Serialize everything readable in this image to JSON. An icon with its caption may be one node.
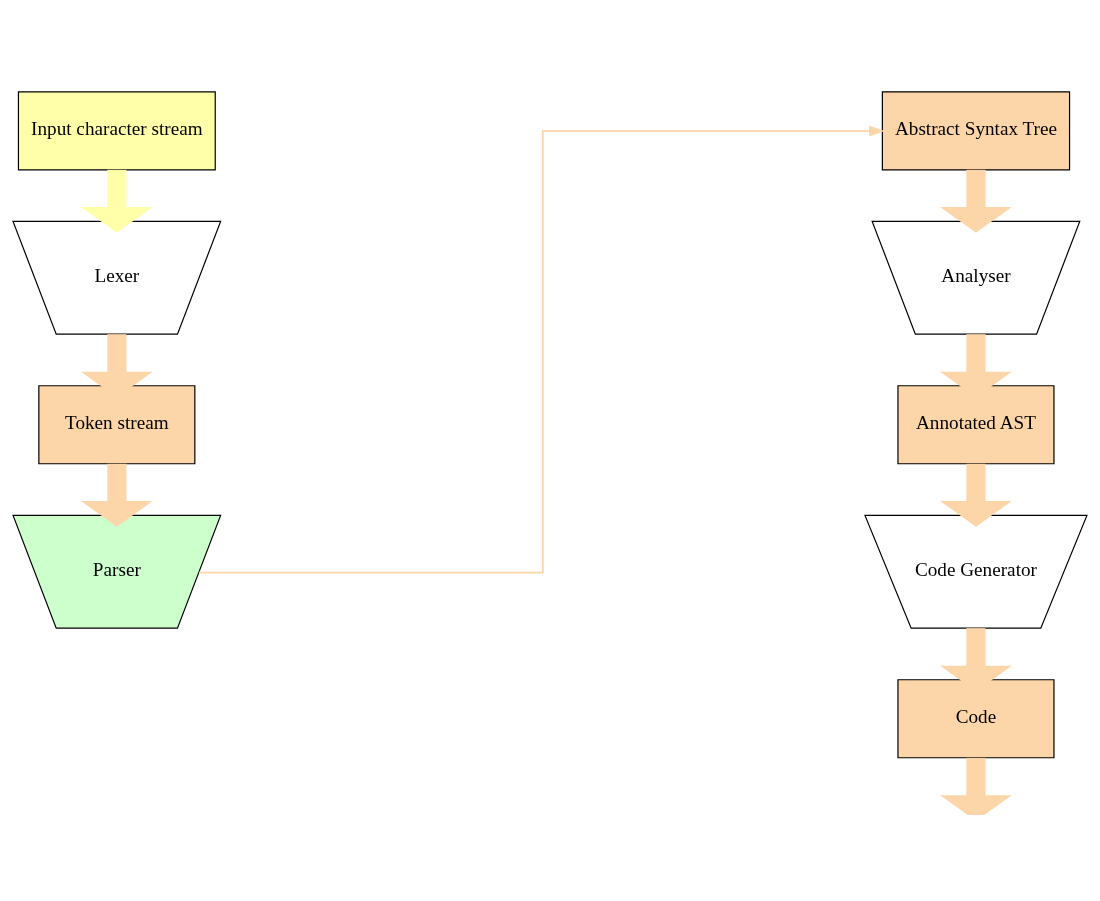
{
  "diagram": {
    "nodes": [
      {
        "text": [
          "Input character stream"
        ]
      },
      {
        "text": [
          "Lexer"
        ]
      },
      {
        "text": [
          "Token stream"
        ]
      },
      {
        "text": [
          "Parser"
        ]
      },
      {
        "text": [
          "Abstract Syntax Tree"
        ]
      },
      {
        "text": [
          "Analyser"
        ]
      },
      {
        "text": [
          "Annotated AST"
        ]
      },
      {
        "text": [
          "Code Generator"
        ]
      },
      {
        "text": [
          "Code"
        ]
      }
    ],
    "edges": [
      {
        "from": 0,
        "to": 1,
        "arrow": "to",
        "color": "#ffffaa"
      },
      {
        "from": 1,
        "to": 2,
        "arrow": "to"
      },
      {
        "from": 2,
        "to": 3,
        "arrow": "to"
      },
      {
        "from": 3,
        "to": 4,
        "arrow": "to"
      },
      {
        "from": 4,
        "to": 5,
        "arrow": "to"
      },
      {
        "from": 5,
        "to": 6,
        "arrow": "to"
      },
      {
        "from": 6,
        "to": 7,
        "arrow": "to"
      },
      {
        "from": 7,
        "to": 8,
        "arrow": "to"
      },
      {
        "from": 8,
        "to": null,
        "arrow": "to"
      }
    ]
  }
}
